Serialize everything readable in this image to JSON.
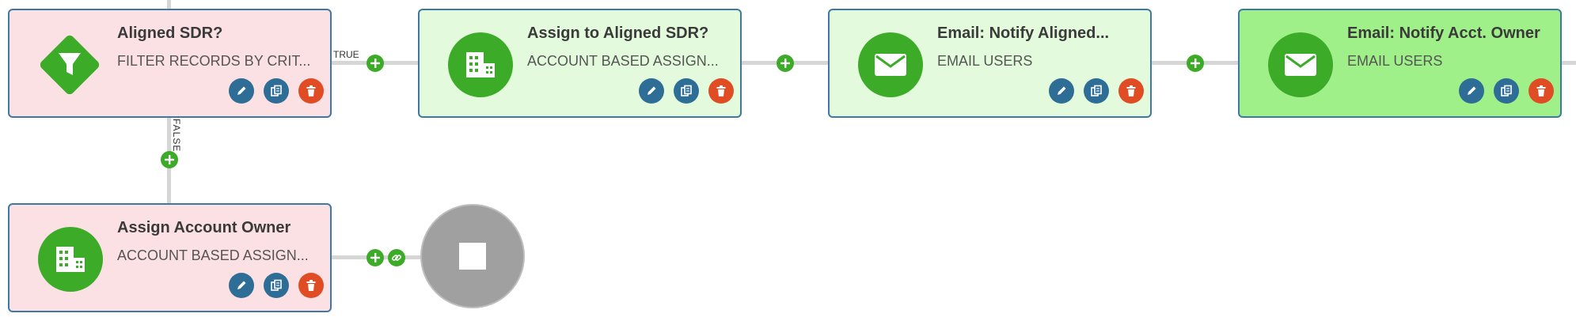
{
  "nodes": [
    {
      "id": "aligned-sdr",
      "title": "Aligned SDR?",
      "subtitle": "FILTER RECORDS BY CRIT...",
      "icon": "funnel-icon",
      "style": "red"
    },
    {
      "id": "assign-aligned-sdr",
      "title": "Assign to Aligned SDR?",
      "subtitle": "ACCOUNT BASED ASSIGN...",
      "icon": "building-icon",
      "style": "lightgreen"
    },
    {
      "id": "email-notify-aligned",
      "title": "Email: Notify Aligned...",
      "subtitle": "EMAIL USERS",
      "icon": "envelope-icon",
      "style": "lightgreen"
    },
    {
      "id": "email-notify-owner",
      "title": "Email: Notify Acct. Owner",
      "subtitle": "EMAIL USERS",
      "icon": "envelope-icon",
      "style": "green"
    },
    {
      "id": "assign-account-owner",
      "title": "Assign Account Owner",
      "subtitle": "ACCOUNT BASED ASSIGN...",
      "icon": "building-icon",
      "style": "red"
    }
  ],
  "branches": {
    "true_label": "TRUE",
    "false_label": "FALSE"
  },
  "actions": [
    "pencil-icon",
    "copy-icon",
    "trash-icon"
  ],
  "colors": {
    "red_node": "#fbe1e3",
    "light_green_node": "#e3fbdc",
    "green_node": "#a0f089",
    "border": "#3d79a3",
    "icon_green": "#3cab27",
    "action_blue": "#2e6e96",
    "action_red": "#e04c23",
    "stop_gray": "#a0a0a0"
  },
  "terminal": {
    "icon": "stop-icon"
  }
}
